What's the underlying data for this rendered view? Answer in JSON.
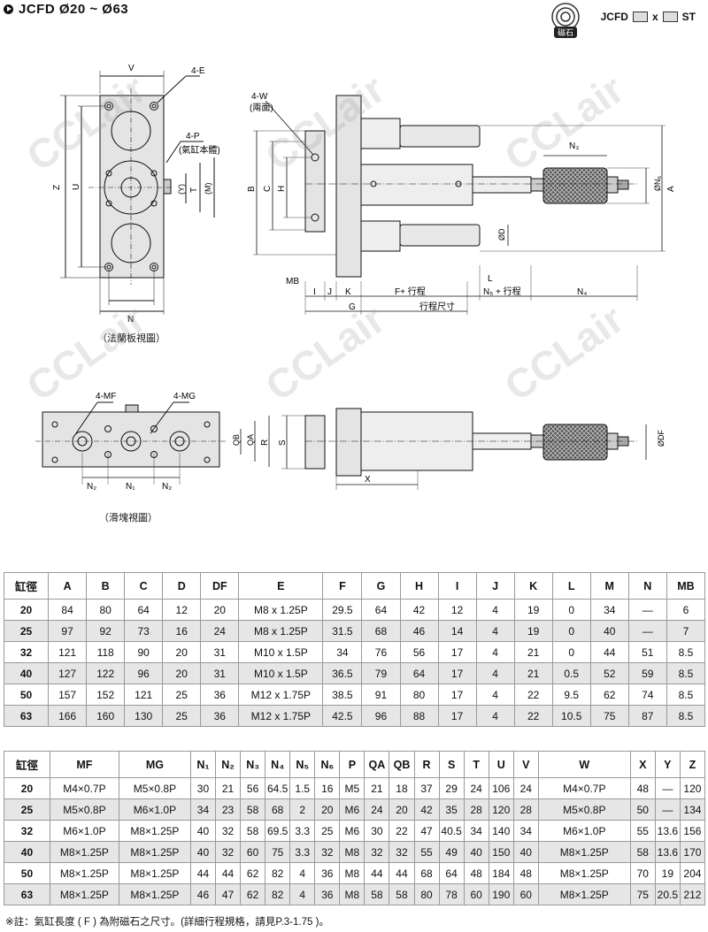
{
  "header": {
    "title": "JCFD Ø20 ~ Ø63",
    "model_prefix": "JCFD",
    "model_sep": "x",
    "model_suffix": "ST",
    "badge_text": "磁石"
  },
  "drawing": {
    "labels": {
      "v": "V",
      "e4": "4-E",
      "p4": "4-P",
      "p4_note": "(氣缸本體)",
      "z": "Z",
      "u": "U",
      "y": "(Y)",
      "t": "T",
      "m": "(M)",
      "n": "N",
      "w4": "4-W",
      "w4_note": "(兩面)",
      "b": "B",
      "c": "C",
      "h": "H",
      "n3": "N₃",
      "n6": "ØN₆",
      "a": "A",
      "d": "ØD",
      "l": "L",
      "mb": "MB",
      "i": "I",
      "j": "J",
      "k": "K",
      "f_stroke": "F+ 行程",
      "n5_stroke": "N₅ + 行程",
      "n4": "N₄",
      "g": "G",
      "stroke": "行程尺寸",
      "mf4": "4-MF",
      "mg4": "4-MG",
      "qb": "QB",
      "qa": "QA",
      "r": "R",
      "s": "S",
      "df": "ØDF",
      "n2a": "N₂",
      "n1": "N₁",
      "n2b": "N₂",
      "x": "X"
    },
    "caption_flange": "（法蘭板視圖）",
    "caption_slide": "（滑塊視圖）",
    "watermark": "CCLair"
  },
  "table1": {
    "headers": [
      "缸徑",
      "A",
      "B",
      "C",
      "D",
      "DF",
      "E",
      "F",
      "G",
      "H",
      "I",
      "J",
      "K",
      "L",
      "M",
      "N",
      "MB"
    ],
    "rows": [
      [
        "20",
        "84",
        "80",
        "64",
        "12",
        "20",
        "M8 x 1.25P",
        "29.5",
        "64",
        "42",
        "12",
        "4",
        "19",
        "0",
        "34",
        "—",
        "6"
      ],
      [
        "25",
        "97",
        "92",
        "73",
        "16",
        "24",
        "M8 x 1.25P",
        "31.5",
        "68",
        "46",
        "14",
        "4",
        "19",
        "0",
        "40",
        "—",
        "7"
      ],
      [
        "32",
        "121",
        "118",
        "90",
        "20",
        "31",
        "M10 x 1.5P",
        "34",
        "76",
        "56",
        "17",
        "4",
        "21",
        "0",
        "44",
        "51",
        "8.5"
      ],
      [
        "40",
        "127",
        "122",
        "96",
        "20",
        "31",
        "M10 x 1.5P",
        "36.5",
        "79",
        "64",
        "17",
        "4",
        "21",
        "0.5",
        "52",
        "59",
        "8.5"
      ],
      [
        "50",
        "157",
        "152",
        "121",
        "25",
        "36",
        "M12 x 1.75P",
        "38.5",
        "91",
        "80",
        "17",
        "4",
        "22",
        "9.5",
        "62",
        "74",
        "8.5"
      ],
      [
        "63",
        "166",
        "160",
        "130",
        "25",
        "36",
        "M12 x 1.75P",
        "42.5",
        "96",
        "88",
        "17",
        "4",
        "22",
        "10.5",
        "75",
        "87",
        "8.5"
      ]
    ]
  },
  "table2": {
    "headers": [
      "缸徑",
      "MF",
      "MG",
      "N₁",
      "N₂",
      "N₃",
      "N₄",
      "N₅",
      "N₆",
      "P",
      "QA",
      "QB",
      "R",
      "S",
      "T",
      "U",
      "V",
      "W",
      "X",
      "Y",
      "Z"
    ],
    "rows": [
      [
        "20",
        "M4×0.7P",
        "M5×0.8P",
        "30",
        "21",
        "56",
        "64.5",
        "1.5",
        "16",
        "M5",
        "21",
        "18",
        "37",
        "29",
        "24",
        "106",
        "24",
        "M4×0.7P",
        "48",
        "—",
        "120"
      ],
      [
        "25",
        "M5×0.8P",
        "M6×1.0P",
        "34",
        "23",
        "58",
        "68",
        "2",
        "20",
        "M6",
        "24",
        "20",
        "42",
        "35",
        "28",
        "120",
        "28",
        "M5×0.8P",
        "50",
        "—",
        "134"
      ],
      [
        "32",
        "M6×1.0P",
        "M8×1.25P",
        "40",
        "32",
        "58",
        "69.5",
        "3.3",
        "25",
        "M6",
        "30",
        "22",
        "47",
        "40.5",
        "34",
        "140",
        "34",
        "M6×1.0P",
        "55",
        "13.6",
        "156"
      ],
      [
        "40",
        "M8×1.25P",
        "M8×1.25P",
        "40",
        "32",
        "60",
        "75",
        "3.3",
        "32",
        "M8",
        "32",
        "32",
        "55",
        "49",
        "40",
        "150",
        "40",
        "M8×1.25P",
        "58",
        "13.6",
        "170"
      ],
      [
        "50",
        "M8×1.25P",
        "M8×1.25P",
        "44",
        "44",
        "62",
        "82",
        "4",
        "36",
        "M8",
        "44",
        "44",
        "68",
        "64",
        "48",
        "184",
        "48",
        "M8×1.25P",
        "70",
        "19",
        "204"
      ],
      [
        "63",
        "M8×1.25P",
        "M8×1.25P",
        "46",
        "47",
        "62",
        "82",
        "4",
        "36",
        "M8",
        "58",
        "58",
        "80",
        "78",
        "60",
        "190",
        "60",
        "M8×1.25P",
        "75",
        "20.5",
        "212"
      ]
    ]
  },
  "note": "※註：氣缸長度 ( F ) 為附磁石之尺寸。(詳細行程規格，請見P.3-1.75 )。"
}
